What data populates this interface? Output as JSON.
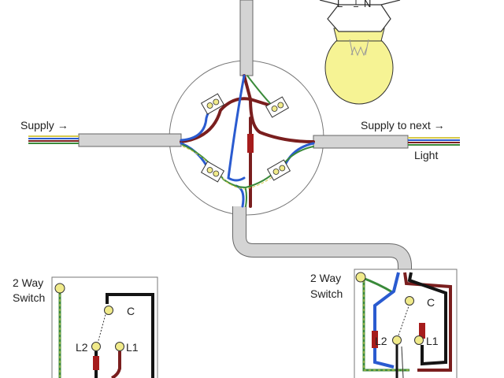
{
  "labels": {
    "supply_in": "Supply",
    "supply_next": "Supply to next",
    "light": "Light",
    "lamp_left": "L",
    "lamp_right": "N",
    "switch_left_line1": "2 Way",
    "switch_left_line2": "Switch",
    "switch_right_line1": "2 Way",
    "switch_right_line2": "Switch",
    "terminal_c": "C",
    "terminal_l1": "L1",
    "terminal_l2": "L2"
  },
  "arrow_glyph": "→",
  "colors": {
    "live_brown": "#7a1e1e",
    "neutral_blue": "#2a5bd0",
    "earth_green": "#3a8a3a",
    "earth_yellow": "#d6c94a",
    "black": "#141414",
    "red_sleeve": "#a61c1c",
    "cable_grey": "#d4d4d4",
    "bulb": "#f6f394"
  }
}
